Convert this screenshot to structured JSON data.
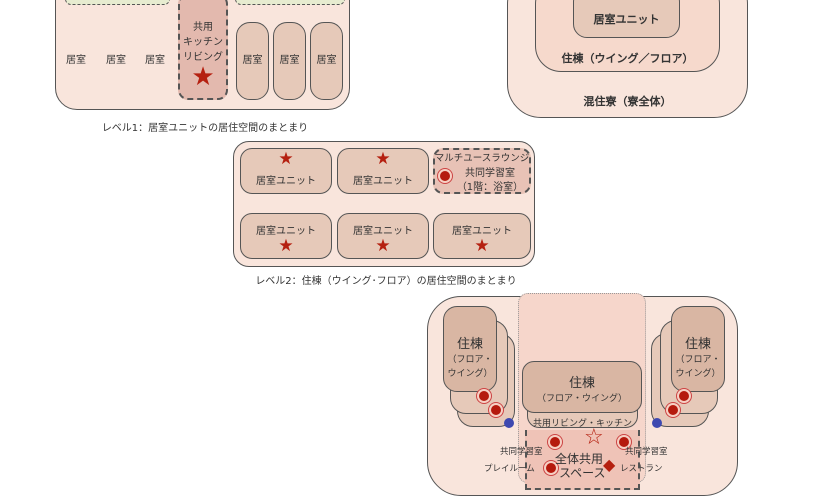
{
  "level1": {
    "room": "居室",
    "kitchen": [
      "共用",
      "キッチン",
      "リビング"
    ],
    "caption": "レベル1：居室ユニットの居住空間のまとまり"
  },
  "level2": {
    "unit": "居室ユニット",
    "lounge": [
      "マルチユースラウンジ",
      "共同学習室",
      "（1階：浴室）"
    ],
    "caption": "レベル2：住棟（ウイング･フロア）の居住空間のまとまり"
  },
  "hierarchy": {
    "inner": "居室ユニット",
    "middle": "住棟（ウイング／フロア）",
    "outer": "混住寮（寮全体）"
  },
  "level3": {
    "wing_title": "住棟",
    "wing_sub": [
      "（フロア・",
      "ウイング）"
    ],
    "center_sub": "（フロア・ウイング）",
    "living": "共用リビング・キッチン",
    "study": "共同学習室",
    "common": [
      "全体共用",
      "スペース"
    ],
    "play": "プレイルーム",
    "restaurant": "レストラン"
  },
  "colors": {
    "outer": "#f9e5dc",
    "unit": "#e6c9b9",
    "accent": "#b52010"
  }
}
